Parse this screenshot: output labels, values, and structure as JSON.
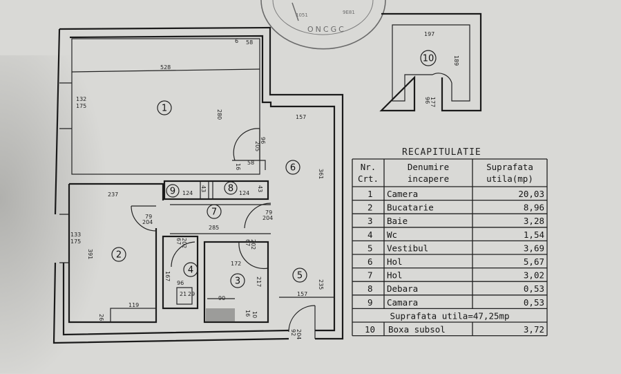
{
  "stamp": {
    "text": "ONCGC",
    "small_a": "1051",
    "small_b": "9E81"
  },
  "rooms": [
    {
      "id": "1"
    },
    {
      "id": "2"
    },
    {
      "id": "3"
    },
    {
      "id": "4"
    },
    {
      "id": "5"
    },
    {
      "id": "6"
    },
    {
      "id": "7"
    },
    {
      "id": "8"
    },
    {
      "id": "9"
    },
    {
      "id": "10"
    }
  ],
  "dimensions": {
    "d528": "528",
    "d58a": "58",
    "d6": "6",
    "d280": "280",
    "d132": "132",
    "d175a": "175",
    "d96a": "96",
    "d205a": "205",
    "d16": "16",
    "d58b": "58",
    "d157a": "157",
    "d361": "361",
    "d237": "237",
    "d124a": "124",
    "d124b": "124",
    "d43a": "43",
    "d43b": "43",
    "d79a": "79",
    "d204a": "204",
    "d79b": "79",
    "d204b": "204",
    "d285": "285",
    "d133": "133",
    "d175b": "175",
    "d391": "391",
    "d67a": "67",
    "d202a": "202",
    "d67b": "67",
    "d202b": "202",
    "d172": "172",
    "d167": "167",
    "d96b": "96",
    "d21": "21",
    "d29": "29",
    "d217": "217",
    "d90": "90",
    "d16b": "16",
    "d10": "10",
    "d119": "119",
    "d26": "26",
    "d157b": "157",
    "d235": "235",
    "d92": "92",
    "d204c": "204",
    "d197": "197",
    "d189": "189",
    "d96c": "96",
    "d177": "177"
  },
  "recap": {
    "title": "RECAPITULATIE",
    "headers": [
      [
        "Nr.",
        "Crt."
      ],
      [
        "Denumire",
        "incapere"
      ],
      [
        "Suprafata",
        "utila(mp)"
      ]
    ],
    "rows": [
      {
        "nr": "1",
        "name": "Camera",
        "area": "20,03"
      },
      {
        "nr": "2",
        "name": "Bucatarie",
        "area": "8,96"
      },
      {
        "nr": "3",
        "name": "Baie",
        "area": "3,28"
      },
      {
        "nr": "4",
        "name": "Wc",
        "area": "1,54"
      },
      {
        "nr": "5",
        "name": "Vestibul",
        "area": "3,69"
      },
      {
        "nr": "6",
        "name": "Hol",
        "area": "5,67"
      },
      {
        "nr": "7",
        "name": "Hol",
        "area": "3,02"
      },
      {
        "nr": "8",
        "name": "Debara",
        "area": "0,53"
      },
      {
        "nr": "9",
        "name": "Camara",
        "area": "0,53"
      }
    ],
    "total": "Suprafata utila=47,25mp",
    "extra": {
      "nr": "10",
      "name": "Boxa subsol",
      "area": "3,72"
    }
  }
}
